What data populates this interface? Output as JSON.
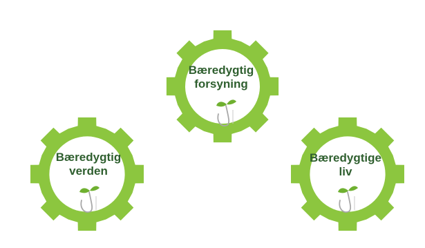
{
  "colors": {
    "gear_fill": "#8cc63f",
    "gear_inner": "#ffffff",
    "label_text": "#2f5f2f",
    "sprout_leaf": "#6fb030",
    "sprout_stem": "#a8a8a8"
  },
  "gears": [
    {
      "id": "top",
      "line1": "Bæredygtig",
      "line2": "forsyning",
      "icon": "sprout-logo-icon"
    },
    {
      "id": "left",
      "line1": "Bæredygtig",
      "line2": "verden",
      "icon": "sprout-logo-icon"
    },
    {
      "id": "right",
      "line1": "Bæredygtige",
      "line2": "liv",
      "icon": "sprout-logo-icon"
    }
  ]
}
